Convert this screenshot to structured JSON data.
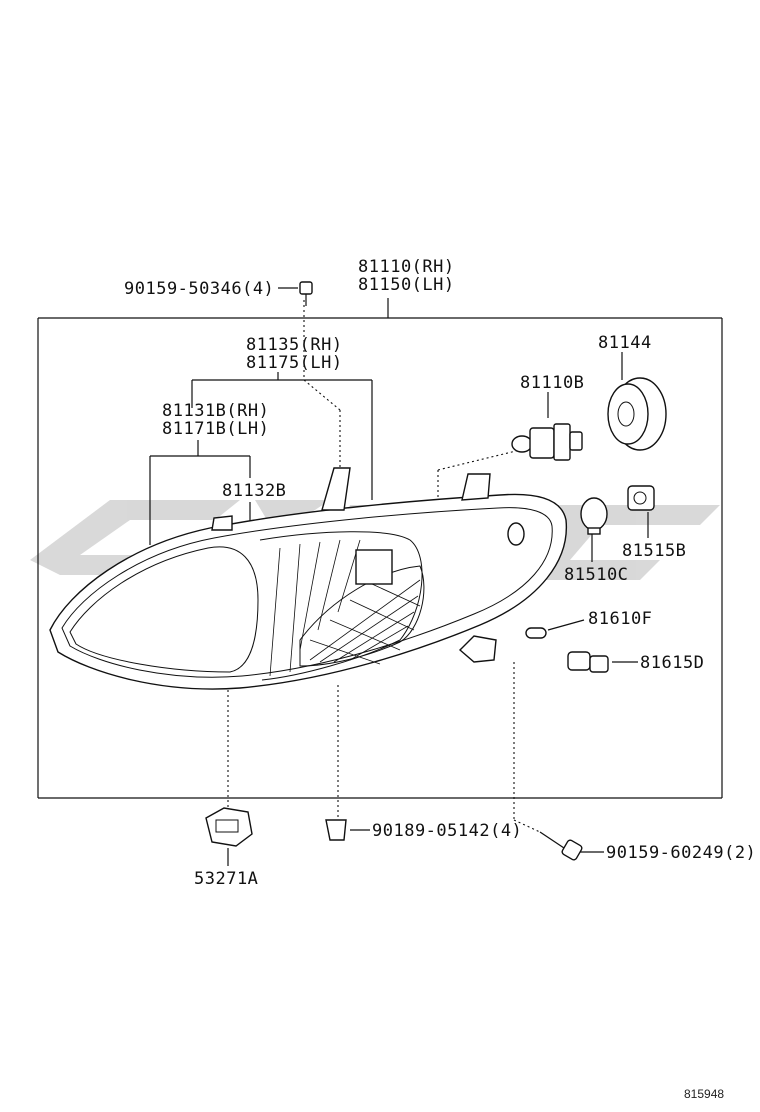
{
  "labels": {
    "assy_rh": "81110(RH)",
    "assy_lh": "81150(LH)",
    "screw_top": "90159-50346(4)",
    "housing_rh": "81135(RH)",
    "housing_lh": "81175(LH)",
    "lens_rh": "81131B(RH)",
    "lens_lh": "81171B(LH)",
    "gasket": "81132B",
    "cover": "81144",
    "bulb_main": "81110B",
    "socket_b": "81515B",
    "bulb_c": "81510C",
    "bulb_f": "81610F",
    "socket_d": "81615D",
    "bracket": "53271A",
    "clip": "90189-05142(4)",
    "screw_bottom": "90159-60249(2)"
  },
  "figure_ref": "815948",
  "watermark": {
    "color": "#d0d0d0"
  },
  "colors": {
    "line": "#111111",
    "background": "#ffffff"
  }
}
